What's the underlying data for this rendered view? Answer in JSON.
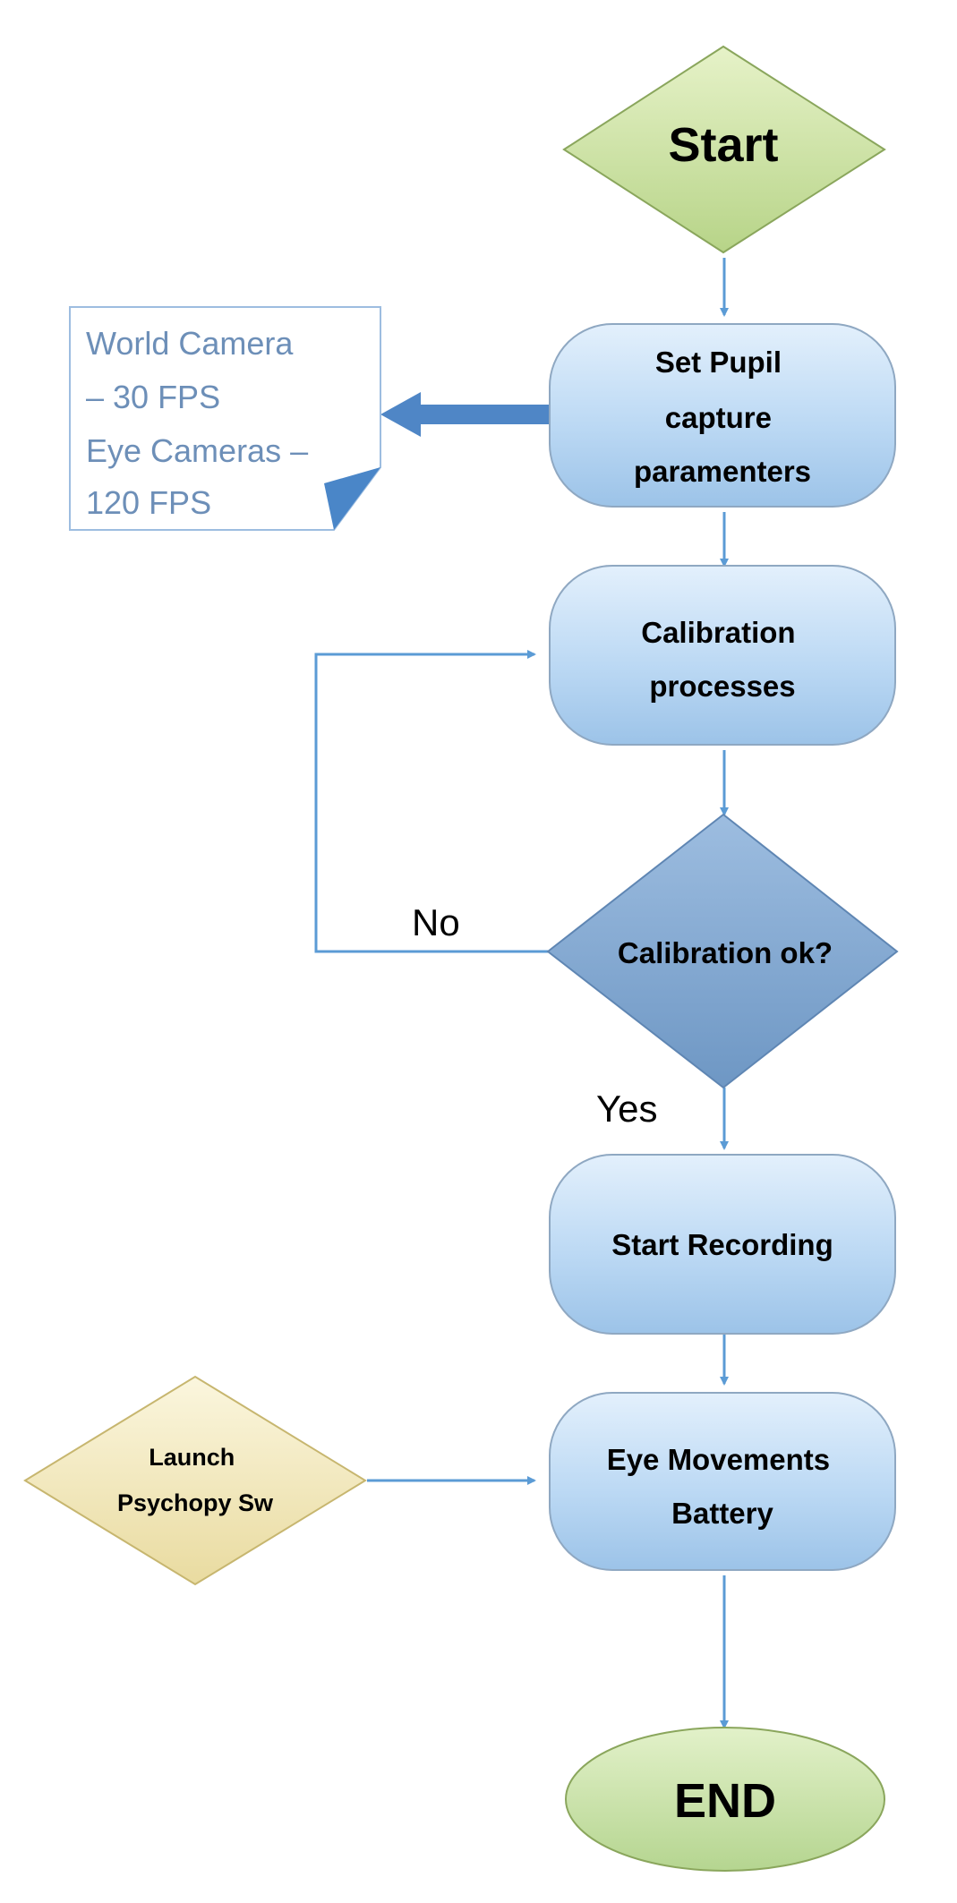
{
  "nodes": {
    "start": "Start",
    "set_pupil": [
      "Set Pupil",
      "capture",
      "paramenters"
    ],
    "note": [
      "World Camera",
      "– 30 FPS",
      "Eye Cameras –",
      "120 FPS"
    ],
    "calibration": [
      "Calibration",
      "processes"
    ],
    "calibration_ok": "Calibration ok?",
    "start_recording": "Start Recording",
    "launch_psychopy": [
      "Launch",
      "Psychopy Sw"
    ],
    "eye_movements": [
      "Eye Movements",
      "Battery"
    ],
    "end": "END"
  },
  "labels": {
    "no": "No",
    "yes": "Yes"
  },
  "colors": {
    "connector": "#5b9bd5",
    "process_fill": "#bcd9f4",
    "process_stroke": "#7f9fbf",
    "decision_fill": "#7ea6cf",
    "start_fill": "#cfe3a6",
    "end_fill": "#cfe6b0",
    "launch_fill": "#f6edc2",
    "note_stroke": "#9dbde0",
    "note_text": "#6d8fb8",
    "text": "#000000"
  }
}
